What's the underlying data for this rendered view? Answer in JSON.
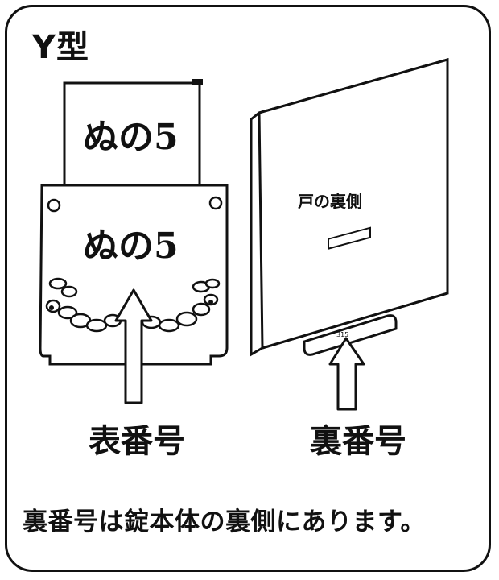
{
  "title": "Y型",
  "front_label": "表番号",
  "back_label": "裏番号",
  "door_text": "戸の裏側",
  "note": "裏番号は錠本体の裏側にあります。",
  "logo_text": "ぬの5",
  "colors": {
    "ink": "#111111",
    "paper": "#ffffff",
    "gray": "#d8d8d8"
  }
}
